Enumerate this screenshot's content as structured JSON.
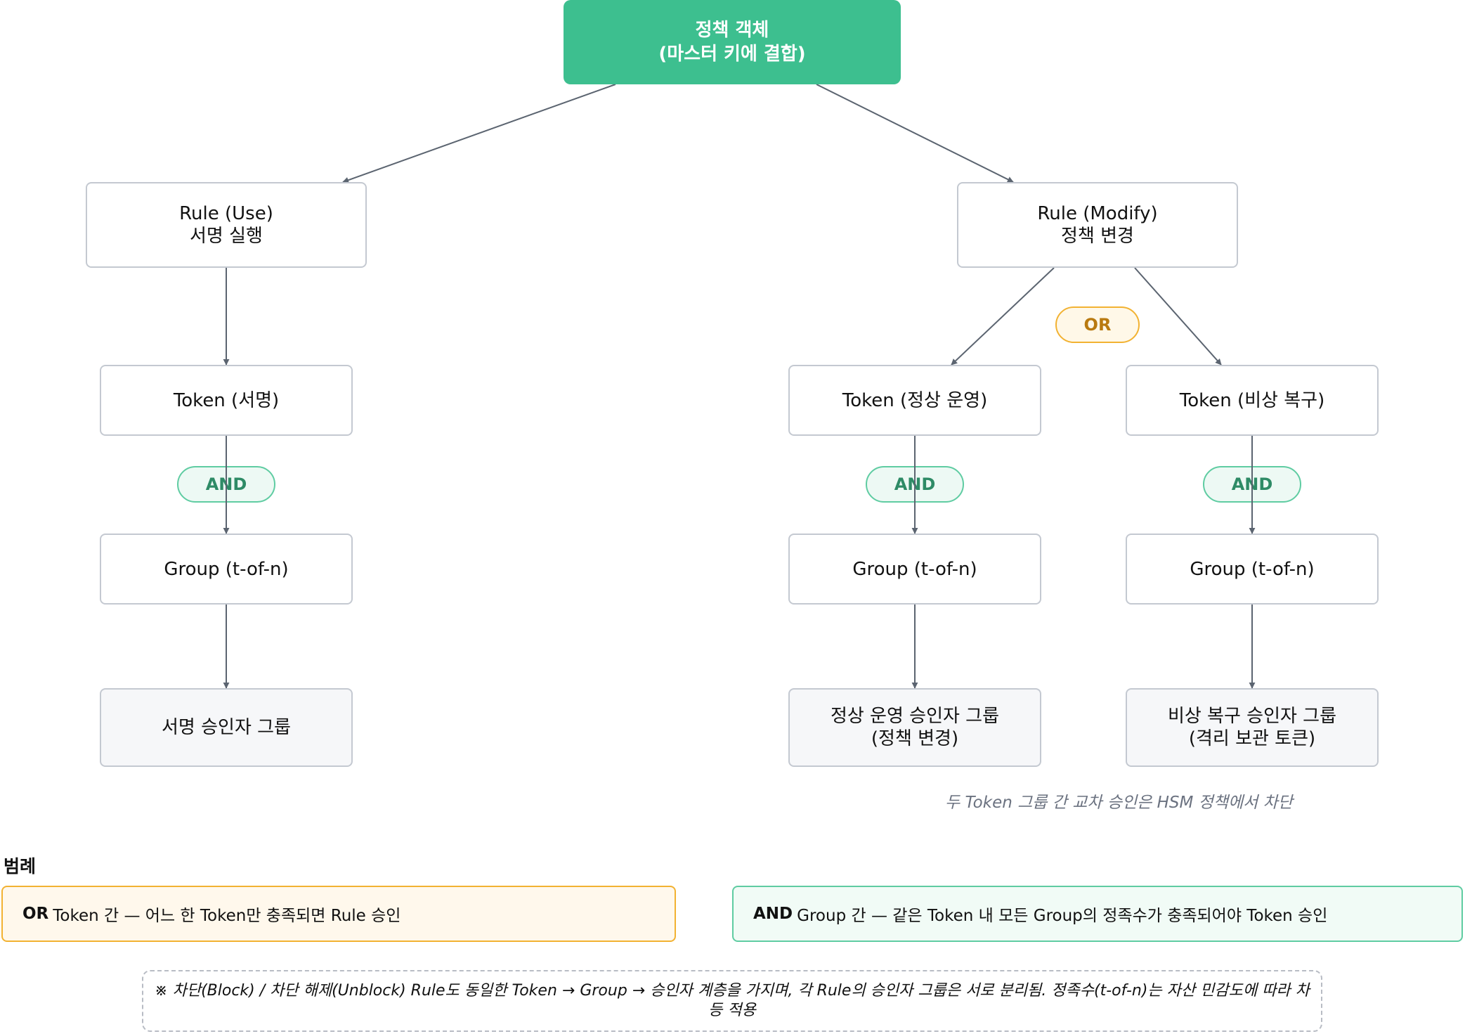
{
  "root": {
    "line1": "정책 객체",
    "line2": "(마스터 키에 결합)"
  },
  "rule_use": {
    "line1": "Rule (Use)",
    "line2": "서명 실행"
  },
  "rule_modify": {
    "line1": "Rule (Modify)",
    "line2": "정책 변경"
  },
  "token_sign": "Token (서명)",
  "token_normal": "Token (정상 운영)",
  "token_emergency": "Token (비상 복구)",
  "group_label": "Group (t-of-n)",
  "and_label": "AND",
  "or_label": "OR",
  "leaf_sign": {
    "line1": "서명 승인자 그룹"
  },
  "leaf_normal": {
    "line1": "정상 운영 승인자 그룹",
    "line2": "(정책 변경)"
  },
  "leaf_emergency": {
    "line1": "비상 복구 승인자 그룹",
    "line2": "(격리 보관 토큰)"
  },
  "cross_note": "두 Token 그룹 간 교차 승인은 HSM 정책에서 차단",
  "legend": {
    "title": "범례",
    "or_key": "OR",
    "or_text": "Token 간 — 어느 한 Token만 충족되면 Rule 승인",
    "and_key": "AND",
    "and_text": "Group 간 — 같은 Token 내 모든 Group의 정족수가 충족되어야 Token 승인"
  },
  "footnote": "※ 차단(Block) / 차단 해제(Unblock) Rule도 동일한 Token → Group → 승인자 계층을 가지며, 각 Rule의 승인자 그룹은 서로 분리됨. 정족수(t-of-n)는 자산 민감도에 따라 차등 적용",
  "colors": {
    "root": "#3dbf8f",
    "and": "#5fcca2",
    "or": "#f2b232",
    "edge": "#5b6470"
  }
}
